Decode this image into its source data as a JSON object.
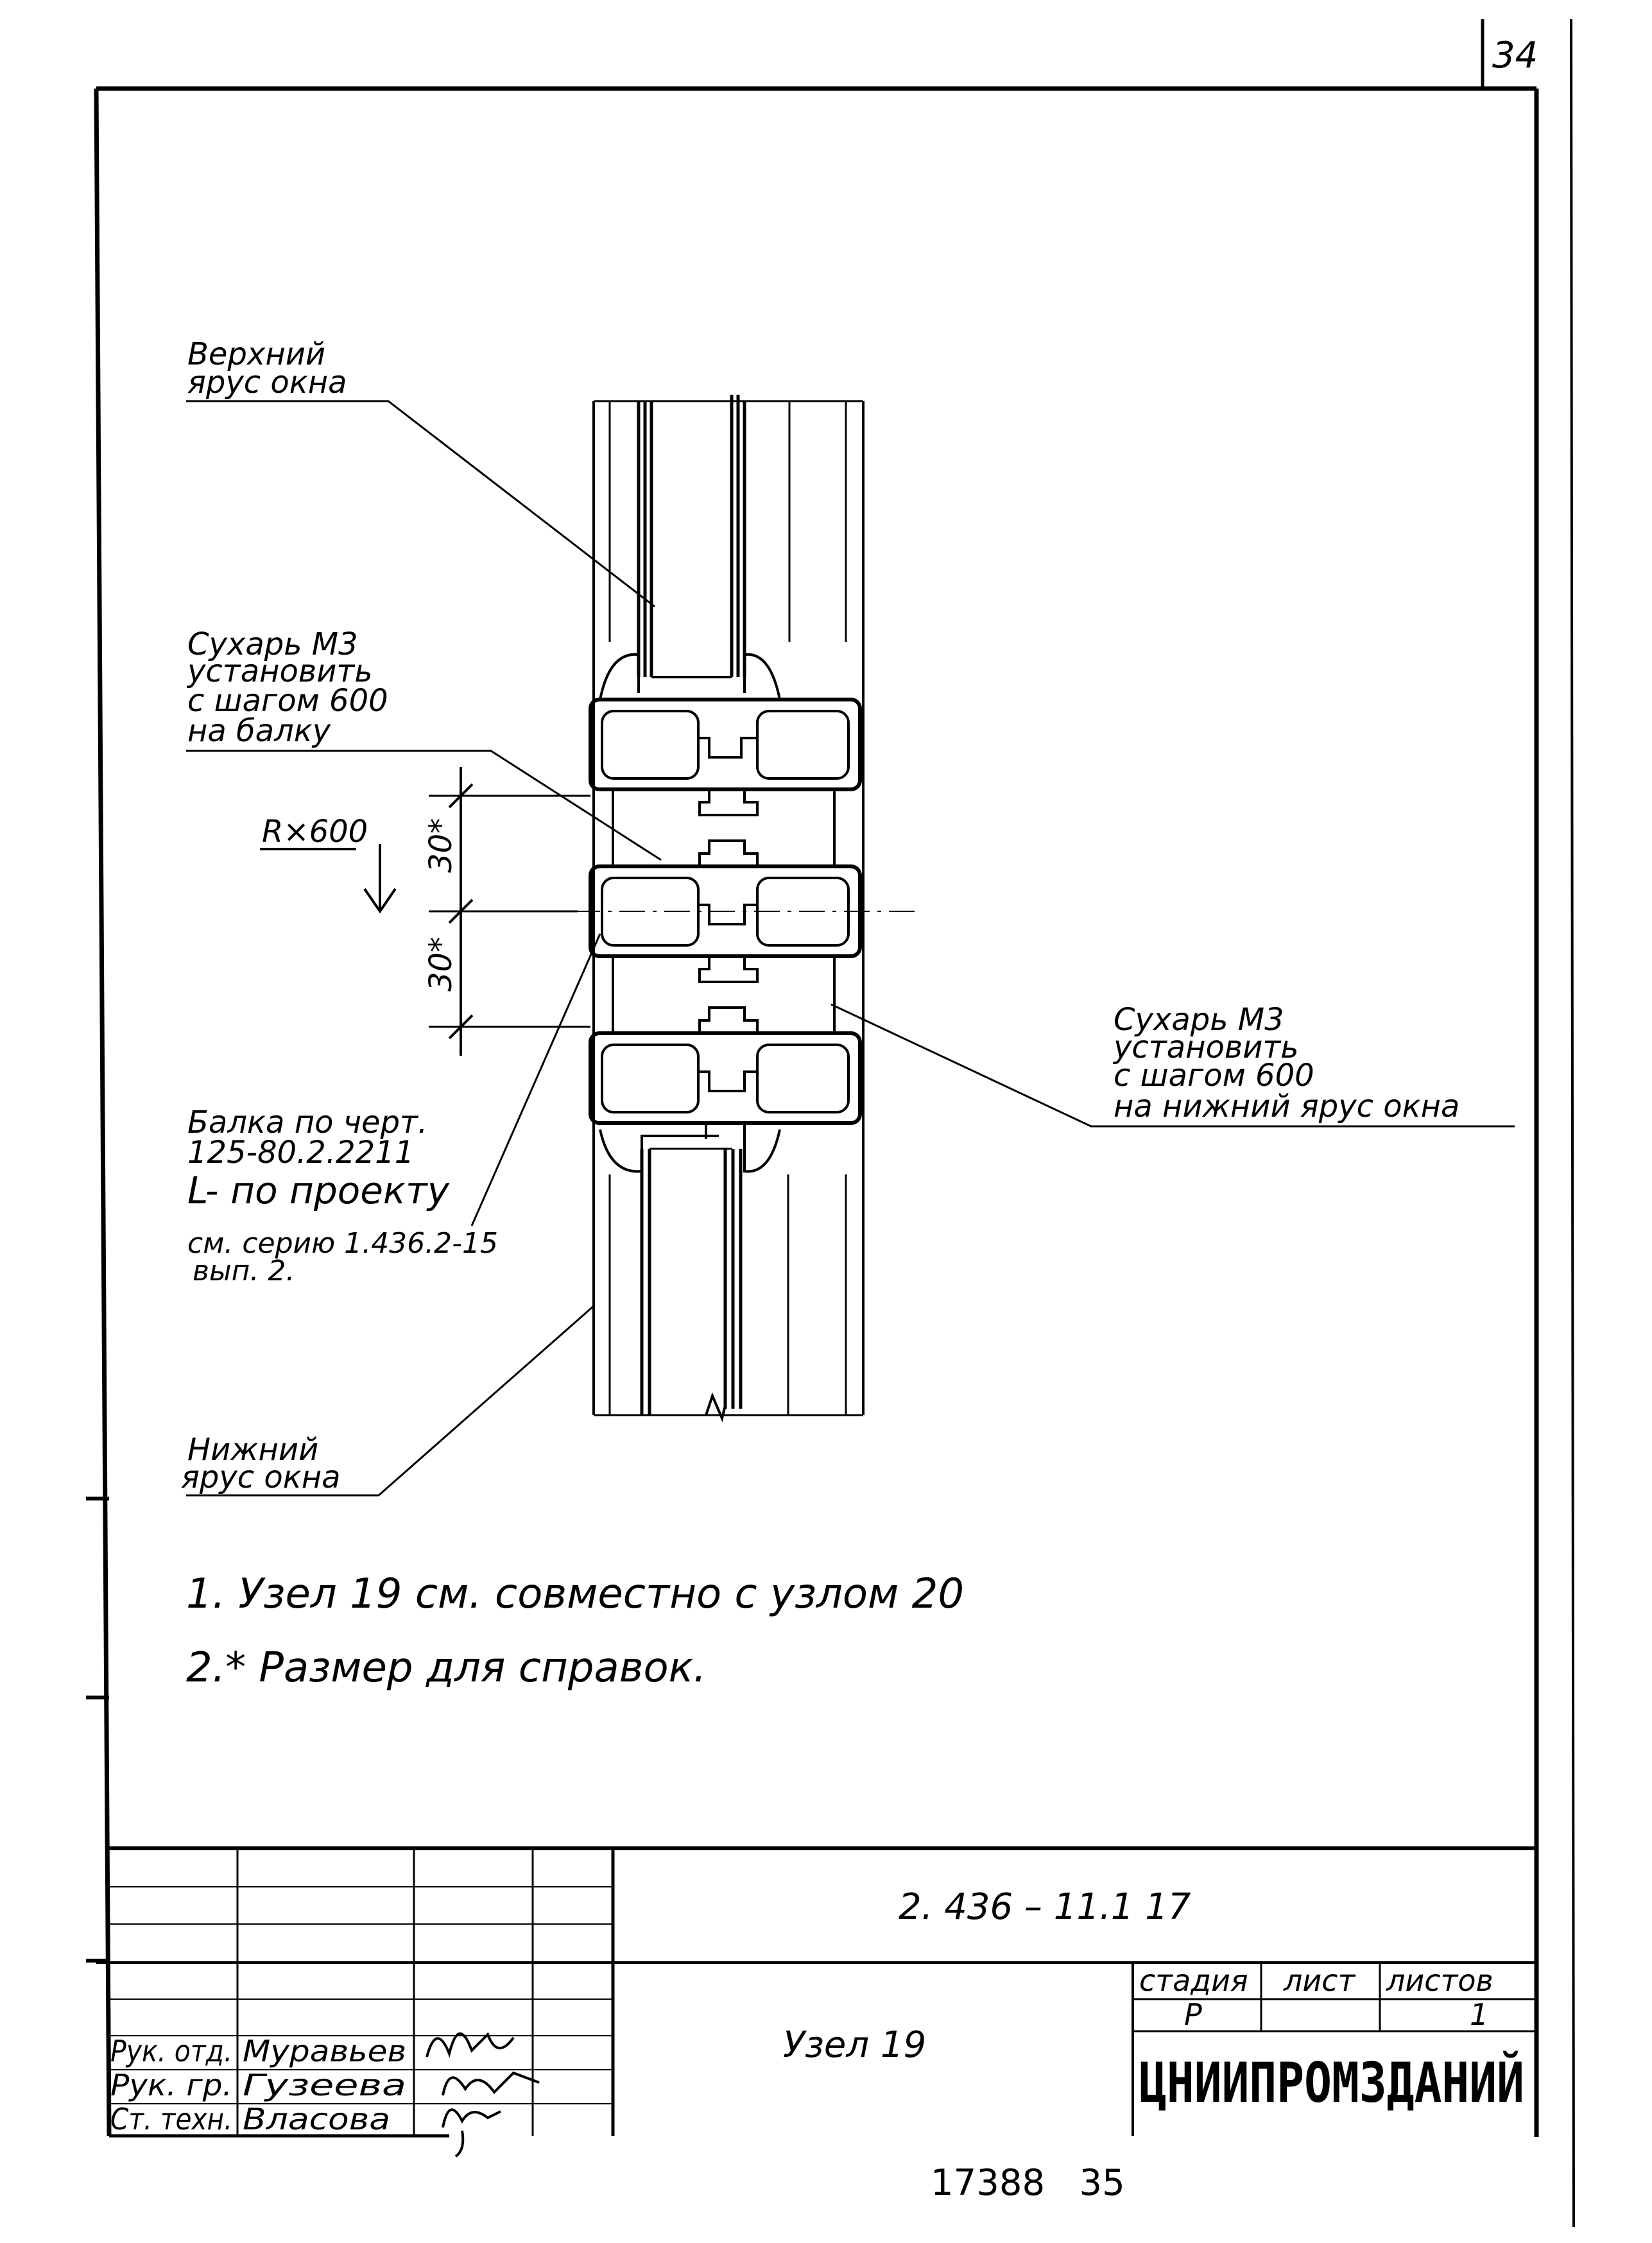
{
  "sheet": {
    "page_number": "34",
    "bottom_number": "17388   35"
  },
  "labels": {
    "upper_tier": [
      "Верхний",
      "ярус окна"
    ],
    "sukhar_beam": [
      "Сухарь М3",
      "установить",
      "с шагом 600",
      "на балку"
    ],
    "dimension_r": "R×600",
    "dim_30_top": "30*",
    "dim_30_bottom": "30*",
    "beam": [
      "Балка по черт.",
      "125-80.2.2211",
      "L- по проекту"
    ],
    "beam_ref": [
      "см. серию 1.436.2-15",
      "вып. 2."
    ],
    "lower_tier": [
      "Нижний",
      "ярус окна"
    ],
    "sukhar_lower": [
      "Сухарь М3",
      "установить",
      "с шагом 600",
      "на нижний ярус окна"
    ]
  },
  "notes": [
    "1. Узел 19 см. совместно с узлом 20",
    "2.* Размер для справок."
  ],
  "title_block": {
    "doc_code": "2. 436  – 11.1 17",
    "drawing_title": "Узел 19",
    "stage_header": "стадия",
    "sheet_header": "лист",
    "sheets_header": "листов",
    "stage_value": "Р",
    "sheet_value": "",
    "sheets_value": "1",
    "organization": "ЦНИИПРОМЗДАНИЙ",
    "roles": [
      "Рук. отд.",
      "Рук. гр.",
      "Ст. техн."
    ],
    "names": [
      "Муравьев",
      "Гузеева",
      "Власова"
    ]
  }
}
